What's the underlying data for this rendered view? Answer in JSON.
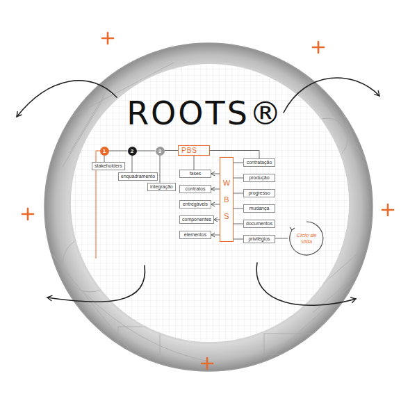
{
  "diagram": {
    "title": "ROOTS®",
    "nodes": [
      {
        "text": [
          "1"
        ]
      },
      {
        "text": [
          "2"
        ]
      },
      {
        "text": [
          "3"
        ]
      },
      {
        "text": [
          "PBS"
        ]
      },
      {
        "text": [
          "stakeholders"
        ]
      },
      {
        "text": [
          "enquadramento"
        ]
      },
      {
        "text": [
          "integração"
        ]
      },
      {
        "text": [
          "fases"
        ]
      },
      {
        "text": [
          "contratos"
        ]
      },
      {
        "text": [
          "entregáveis"
        ]
      },
      {
        "text": [
          "componentes"
        ]
      },
      {
        "text": [
          "elementos"
        ]
      },
      {
        "text": [
          "WBS"
        ]
      },
      {
        "text": [
          "contratação"
        ]
      },
      {
        "text": [
          "produção"
        ]
      },
      {
        "text": [
          "progresso"
        ]
      },
      {
        "text": [
          "mudança"
        ]
      },
      {
        "text": [
          "documentos"
        ]
      },
      {
        "text": [
          "privilégios"
        ]
      },
      {
        "text": [
          "Ciclo de Vida"
        ]
      }
    ],
    "edges": [
      {
        "from": 0,
        "to": 1,
        "arrow": "none"
      },
      {
        "from": 1,
        "to": 2,
        "arrow": "none"
      },
      {
        "from": 2,
        "to": 3,
        "arrow": "none"
      },
      {
        "from": 0,
        "to": 4,
        "arrow": "none"
      },
      {
        "from": 1,
        "to": 5,
        "arrow": "none"
      },
      {
        "from": 2,
        "to": 6,
        "arrow": "none"
      },
      {
        "from": 3,
        "to": 7,
        "arrow": "none"
      },
      {
        "from": 12,
        "to": 7,
        "arrow": "to"
      },
      {
        "from": 12,
        "to": 8,
        "arrow": "to"
      },
      {
        "from": 12,
        "to": 9,
        "arrow": "to"
      },
      {
        "from": 12,
        "to": 10,
        "arrow": "to"
      },
      {
        "from": 12,
        "to": 11,
        "arrow": "to"
      },
      {
        "from": 3,
        "to": 13,
        "arrow": "none"
      },
      {
        "from": 12,
        "to": 13,
        "arrow": "none"
      },
      {
        "from": 12,
        "to": 14,
        "arrow": "none"
      },
      {
        "from": 12,
        "to": 15,
        "arrow": "none"
      },
      {
        "from": 12,
        "to": 16,
        "arrow": "none"
      },
      {
        "from": 12,
        "to": 17,
        "arrow": "none"
      },
      {
        "from": 12,
        "to": 18,
        "arrow": "none"
      },
      {
        "from": 18,
        "to": 19,
        "arrow": "none"
      }
    ]
  }
}
